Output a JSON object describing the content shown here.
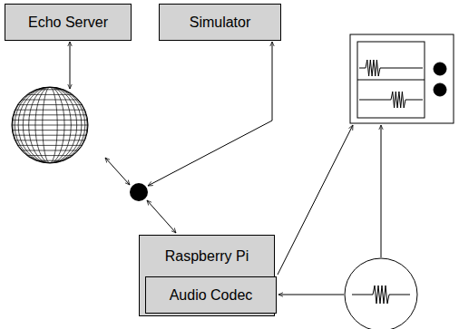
{
  "diagram": {
    "nodes": [
      {
        "text": [
          "Echo Server"
        ]
      },
      {
        "text": [
          "Simulator"
        ]
      },
      {
        "text": [
          "Raspberry Pi"
        ]
      },
      {
        "text": [
          "Audio Codec"
        ]
      }
    ]
  }
}
